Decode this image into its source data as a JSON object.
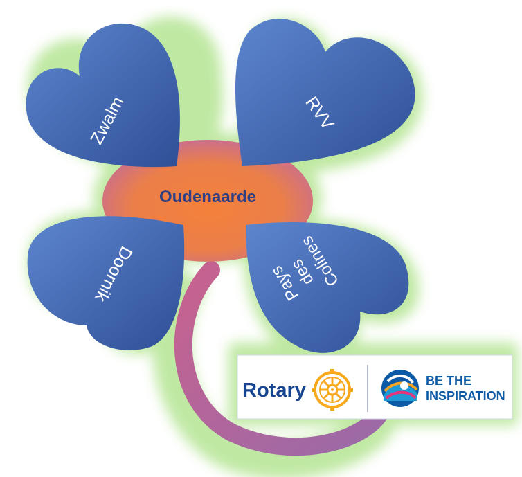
{
  "clover": {
    "center_label": "Oudenaarde",
    "leaves": {
      "top_left": "Zwalm",
      "top_right": "RVV",
      "bottom_left": "Doornik",
      "bottom_right": [
        "Pays",
        "des",
        "Colines"
      ]
    }
  },
  "banner": {
    "rotary_word": "Rotary",
    "tagline_line1": "BE THE",
    "tagline_line2": "INSPIRATION"
  },
  "colors": {
    "leaf_blue": "#4169b8",
    "leaf_blue_dark": "#2f4f96",
    "center_orange": "#f08a3c",
    "center_pink": "#c76a9a",
    "stem_pink": "#b46aa0",
    "glow_green": "#b9e69a",
    "rotary_blue": "#17458f",
    "rotary_gold": "#f7a81b",
    "inspiration_blue": "#0c5aa6"
  },
  "icons": [
    "rotary-wheel-icon",
    "inspiration-wave-icon"
  ]
}
